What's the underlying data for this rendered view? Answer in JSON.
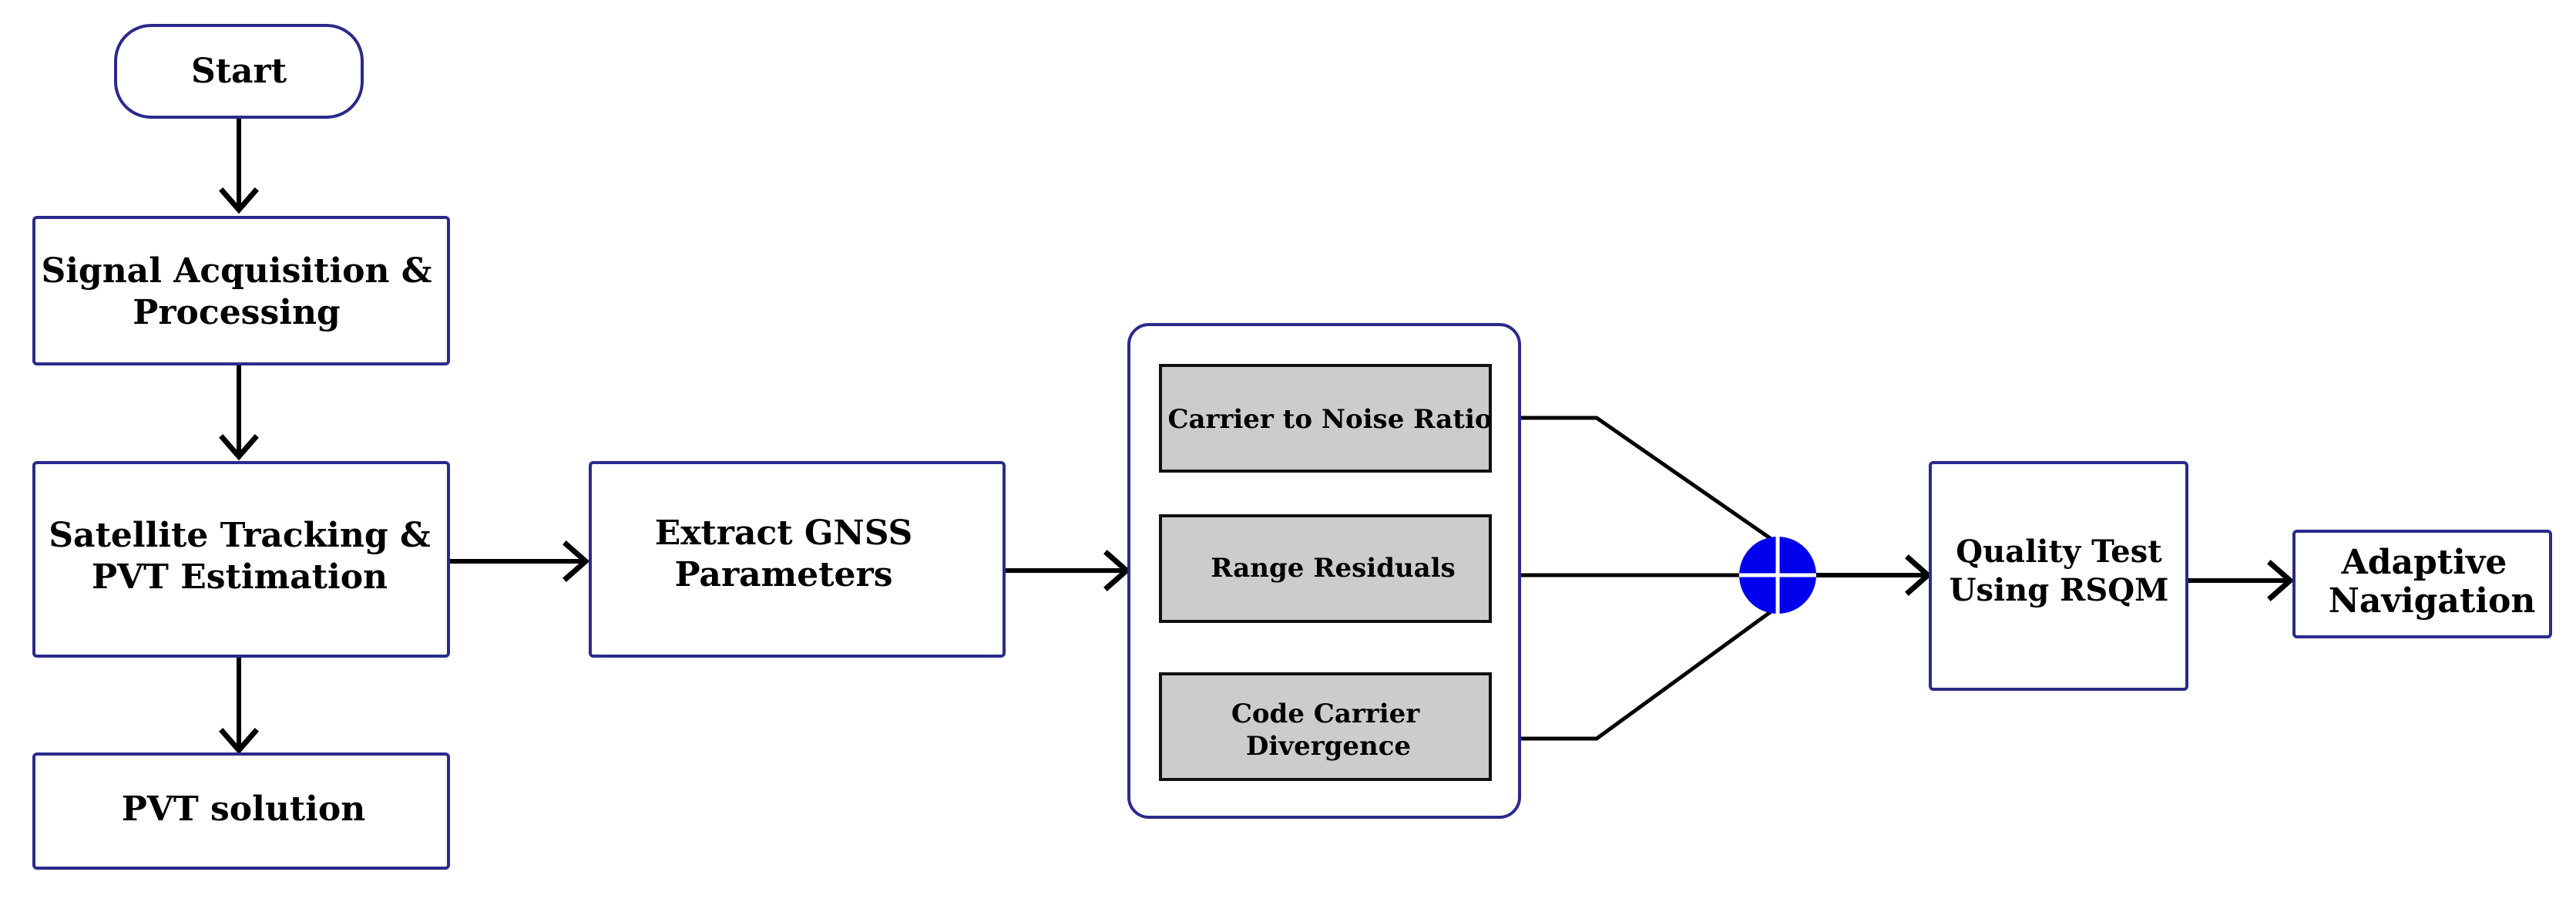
{
  "nodes": {
    "start": "Start",
    "signal_acq": [
      "Signal Acquisition &",
      "Processing"
    ],
    "sat_tracking": [
      "Satellite Tracking &",
      "PVT Estimation"
    ],
    "pvt_solution": "PVT solution",
    "extract_gnss": [
      "Extract GNSS",
      "Parameters"
    ],
    "params": {
      "cn0": "Carrier to Noise Ratio",
      "range_residuals": "Range Residuals",
      "ccd": [
        "Code Carrier",
        "Divergence"
      ]
    },
    "quality_test": [
      "Quality Test",
      "Using RSQM"
    ],
    "adaptive_nav": [
      "Adaptive",
      "Navigation"
    ]
  },
  "colors": {
    "node_border": "#2a2a8c",
    "param_fill": "#cccccc",
    "summing_junction": "#0000ee",
    "arrow": "#000000"
  },
  "icons": {
    "combiner": "summing-junction-icon"
  }
}
